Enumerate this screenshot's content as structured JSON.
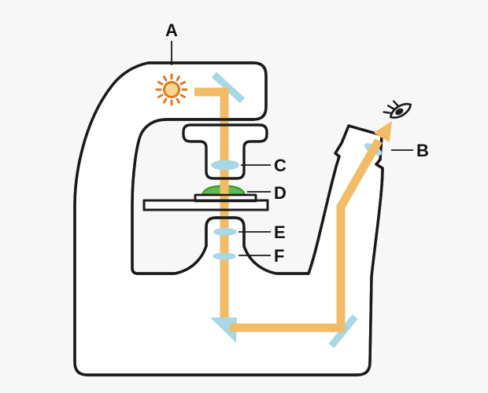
{
  "diagram": {
    "labels": {
      "a": "A",
      "b": "B",
      "c": "C",
      "d": "D",
      "e": "E",
      "f": "F"
    },
    "colors": {
      "background": "#f7f7f7",
      "body_fill": "#ffffff",
      "outline": "#1a1a1a",
      "beam": "#f2bc66",
      "optics_blue": "#a7d8e5",
      "specimen_fill": "#63ba52",
      "specimen_stroke": "#3f9238",
      "sun_stroke": "#e0791f",
      "sun_fill": "#f6d88d",
      "label": "#111111"
    }
  }
}
